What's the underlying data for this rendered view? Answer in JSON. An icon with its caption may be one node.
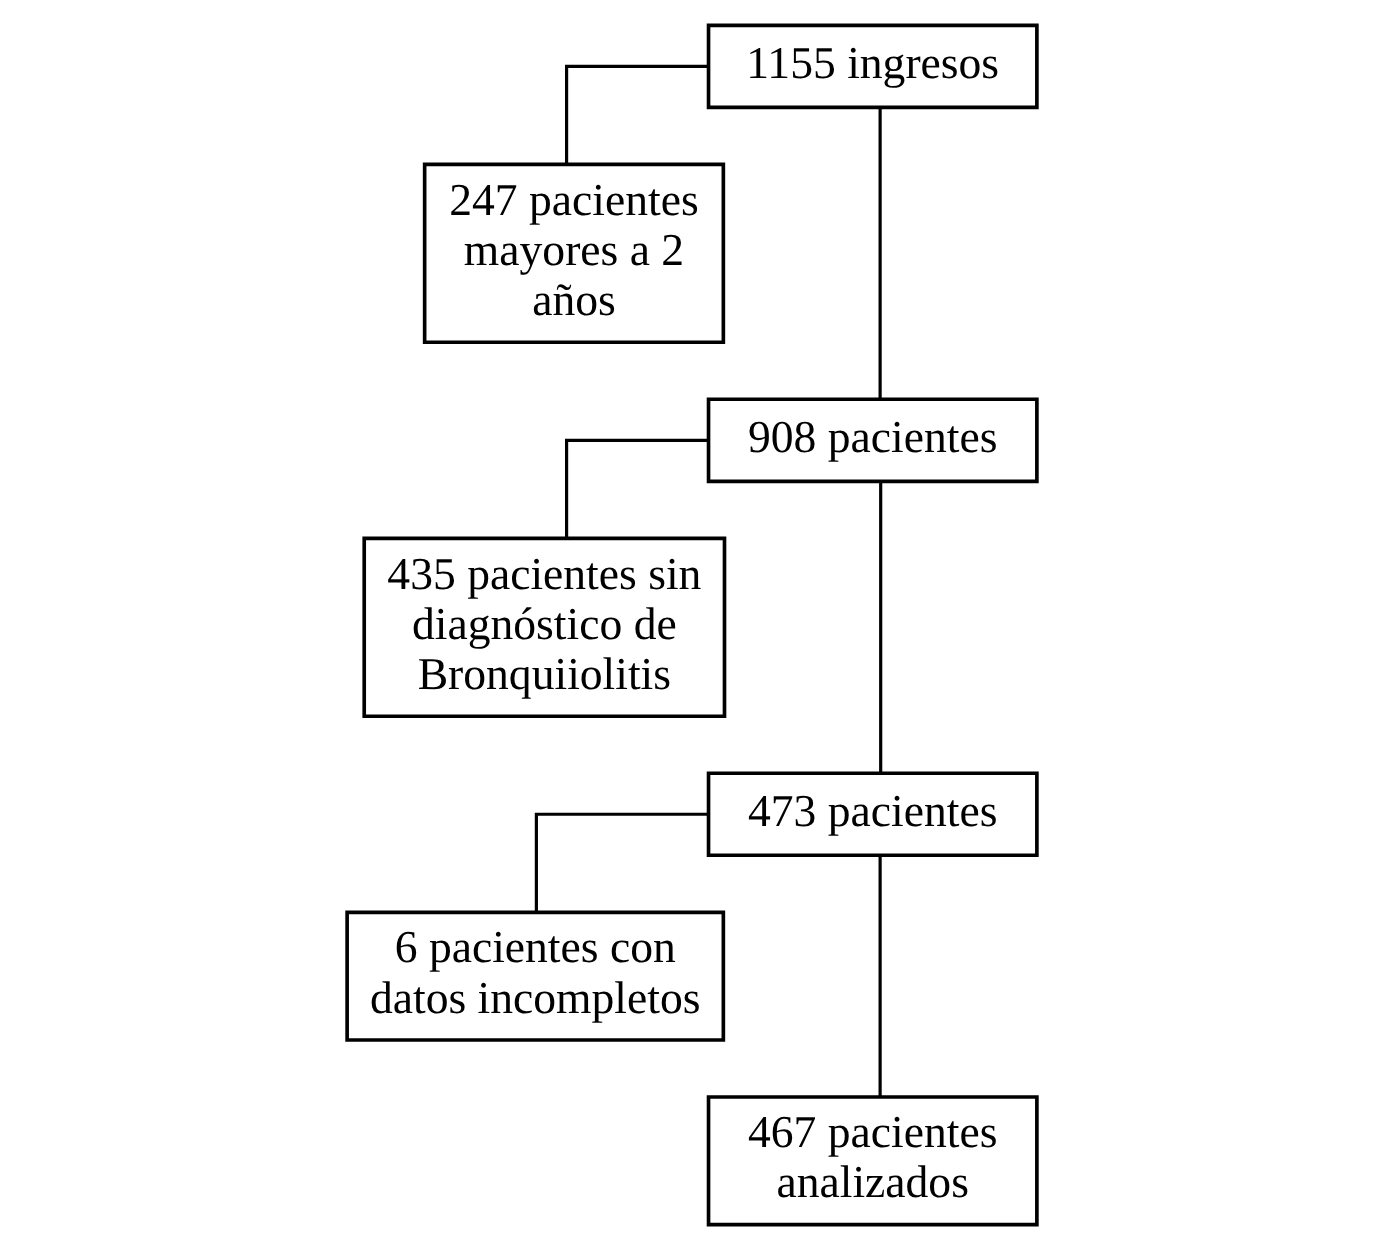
{
  "diagram": {
    "nodes": [
      {
        "text": [
          "1155 ingresos"
        ]
      },
      {
        "text": [
          "247 pacientes mayores a 2 años"
        ]
      },
      {
        "text": [
          "908 pacientes"
        ]
      },
      {
        "text": [
          "435 pacientes sin diagnóstico de Bronquiiolitis"
        ]
      },
      {
        "text": [
          "473 pacientes"
        ]
      },
      {
        "text": [
          "6 pacientes con datos incompletos"
        ]
      },
      {
        "text": [
          "467 pacientes analizados"
        ]
      }
    ],
    "edges": [
      {
        "from": 0,
        "to": 1,
        "arrow": "none"
      },
      {
        "from": 0,
        "to": 2,
        "arrow": "none"
      },
      {
        "from": 2,
        "to": 3,
        "arrow": "none"
      },
      {
        "from": 2,
        "to": 4,
        "arrow": "none"
      },
      {
        "from": 4,
        "to": 5,
        "arrow": "none"
      },
      {
        "from": 4,
        "to": 6,
        "arrow": "none"
      }
    ]
  }
}
